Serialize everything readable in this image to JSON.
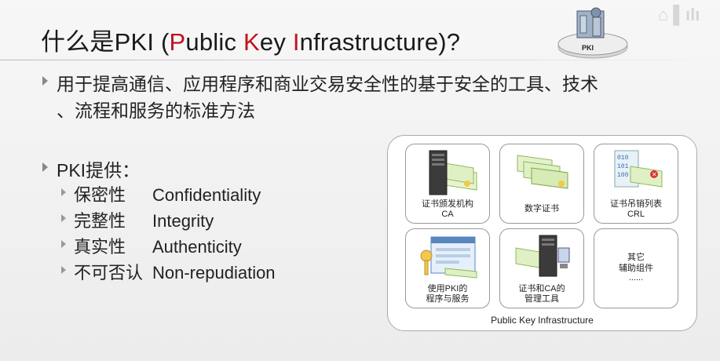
{
  "slide": {
    "title_prefix": "什么是PKI (",
    "title_p": "P",
    "title_ublic": "ublic ",
    "title_k": "K",
    "title_ey": "ey ",
    "title_i": "I",
    "title_suffix": "nfrastructure)?",
    "bullet1_line1": "用于提高通信、应用程序和商业交易安全性的基于安全的工具、技术",
    "bullet1_line2": "、流程和服务的标准方法",
    "bullet2": "PKI提供：",
    "items": [
      {
        "cn": "保密性",
        "en": "Confidentiality"
      },
      {
        "cn": "完整性",
        "en": "Integrity"
      },
      {
        "cn": "真实性",
        "en": "Authenticity"
      },
      {
        "cn": "不可否认",
        "en": "Non-repudiation"
      }
    ]
  },
  "badge": {
    "label": "PKI"
  },
  "diagram": {
    "caption": "Public Key Infrastructure",
    "cells": [
      {
        "line1": "证书颁发机构",
        "line2": "CA",
        "icon": "server-certificate-icon"
      },
      {
        "line1": "数字证书",
        "line2": "",
        "icon": "certificates-icon"
      },
      {
        "line1": "证书吊销列表",
        "line2": "CRL",
        "icon": "revocation-list-icon"
      },
      {
        "line1": "使用PKI的",
        "line2": "程序与服务",
        "icon": "application-key-icon"
      },
      {
        "line1": "证书和CA的",
        "line2": "管理工具",
        "icon": "management-tools-icon"
      },
      {
        "line1": "其它",
        "line2": "辅助组件",
        "line3": "......",
        "icon": ""
      }
    ]
  },
  "colors": {
    "accent_red": "#c1121f"
  }
}
